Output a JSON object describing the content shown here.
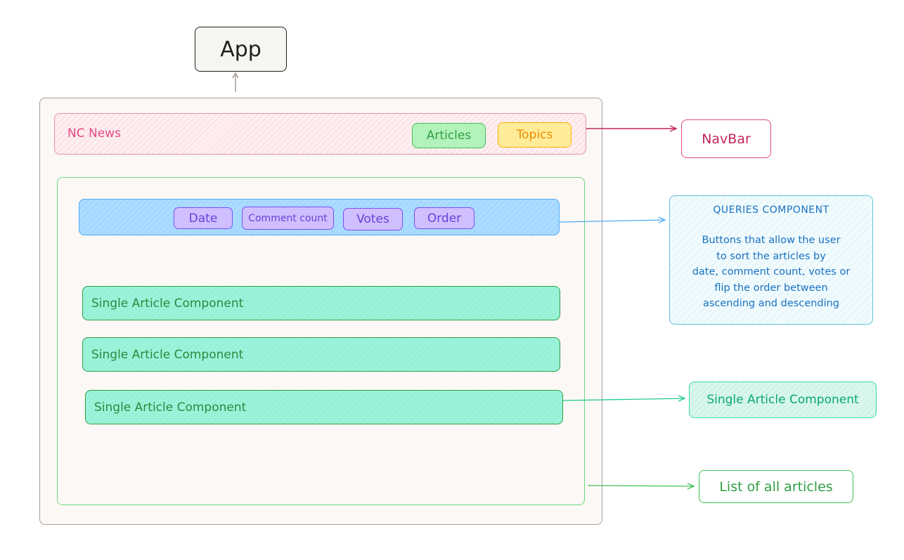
{
  "app": {
    "label": "App"
  },
  "navbar": {
    "brand": "NC News",
    "articles_button": "Articles",
    "topics_button": "Topics",
    "callout": "NavBar"
  },
  "queries": {
    "buttons": [
      "Date",
      "Comment count",
      "Votes",
      "Order"
    ],
    "callout_title": "QUERIES COMPONENT",
    "callout_lines": [
      "Buttons that allow the user",
      "to sort the articles by",
      "date, comment count, votes or",
      "flip the order between",
      "ascending and descending"
    ]
  },
  "articles": {
    "items": [
      "Single Article Component",
      "Single Article Component",
      "Single Article Component"
    ],
    "callout_single": "Single Article Component",
    "callout_list": "List of all articles"
  },
  "colors": {
    "navbar_stroke": "#e64980",
    "navbar_text": "#c2255c",
    "list_stroke": "#40c057",
    "queries_fill": "#a5d8ff",
    "queries_stroke": "#4dabf7",
    "button_purple": "#d0bfff",
    "article_fill": "#96f2d7",
    "articles_tab_fill": "#b2f2bb",
    "topics_tab_fill": "#ffec99",
    "callout_blue_text": "#1971c2"
  }
}
